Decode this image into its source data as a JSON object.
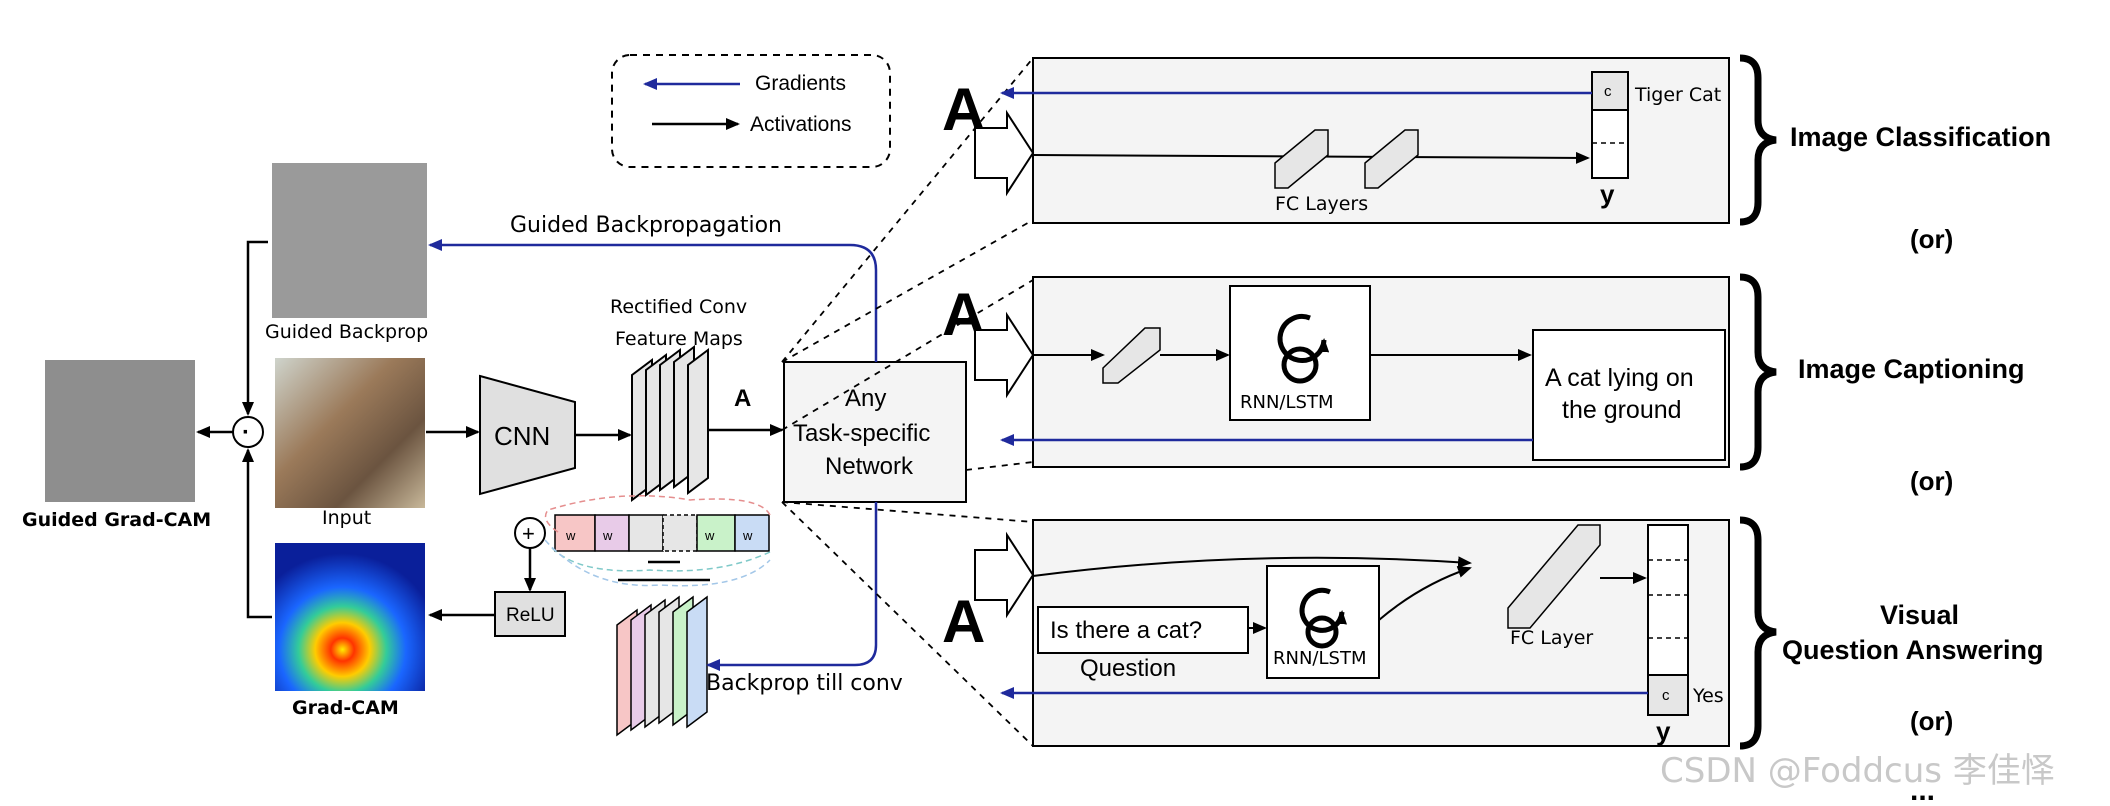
{
  "legend": {
    "gradients": "Gradients",
    "activations": "Activations"
  },
  "labels": {
    "guided_backprop_flow": "Guided Backpropagation",
    "guided_backprop_img": "Guided Backprop",
    "input": "Input",
    "guided_gradcam": "Guided Grad-CAM",
    "gradcam": "Grad-CAM",
    "cnn": "CNN",
    "relu": "ReLU",
    "rect_conv_1": "Rectified Conv",
    "rect_conv_2": "Feature Maps",
    "A_small": "A",
    "network_1": "Any",
    "network_2": "Task-specific",
    "network_3": "Network",
    "backprop_till_conv": "Backprop till conv",
    "dot": "·",
    "plus": "+",
    "weights": [
      "w",
      "w",
      "",
      "",
      "w",
      "w"
    ]
  },
  "panels": {
    "classification": {
      "big_a": "A",
      "fc_layers": "FC Layers",
      "c": "c",
      "tiger_cat": "Tiger Cat",
      "y": "y",
      "task": "Image Classification"
    },
    "captioning": {
      "big_a": "A",
      "rnn": "RNN/LSTM",
      "caption_1": "A cat lying on",
      "caption_2": "the ground",
      "task": "Image Captioning"
    },
    "vqa": {
      "big_a": "A",
      "question_box": "Is there a cat?",
      "question": "Question",
      "rnn": "RNN/LSTM",
      "fc_layer": "FC Layer",
      "c": "c",
      "yes": "Yes",
      "y": "y",
      "task_1": "Visual",
      "task_2": "Question Answering"
    }
  },
  "or_labels": [
    "(or)",
    "(or)",
    "(or)"
  ],
  "ellipsis": "...",
  "watermark": "CSDN @Foddcus 李佳怿",
  "colors": {
    "gradient": "#1f2a9c",
    "activation": "#000000",
    "panel_bg": "#f4f4f4",
    "heat_hot": "#ff3300",
    "heat_cold": "#0a1f9a"
  }
}
